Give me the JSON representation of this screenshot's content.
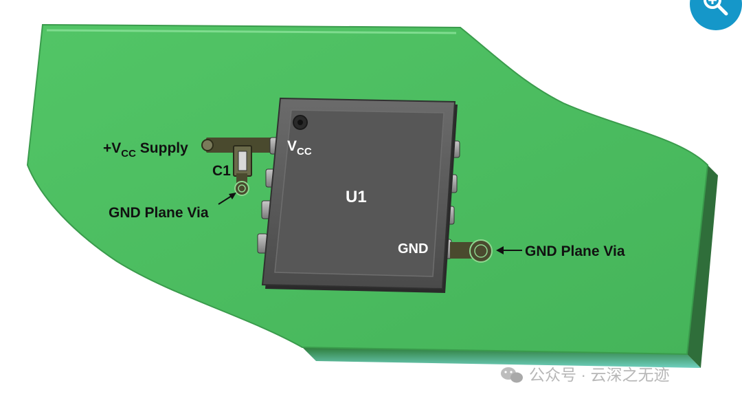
{
  "diagram": {
    "labels": {
      "vcc_supply_prefix": "+V",
      "vcc_supply_sub": "CC",
      "vcc_supply_suffix": " Supply",
      "capacitor": "C1",
      "gnd_via_left": "GND Plane Via",
      "chip_vcc_main": "V",
      "chip_vcc_sub": "CC",
      "chip_name": "U1",
      "chip_gnd": "GND",
      "gnd_via_right": "GND Plane Via"
    },
    "colors": {
      "board": "#4dbd62",
      "board_edge": "#3a9b4c",
      "chip": "#5a5a5a",
      "trace": "#4a4a2e",
      "pin": "#9a9a9a"
    },
    "icons": {
      "zoom": "zoom-in-icon",
      "watermark": "wechat-icon"
    }
  },
  "watermark": {
    "text": "公众号 · 云深之无迹"
  }
}
